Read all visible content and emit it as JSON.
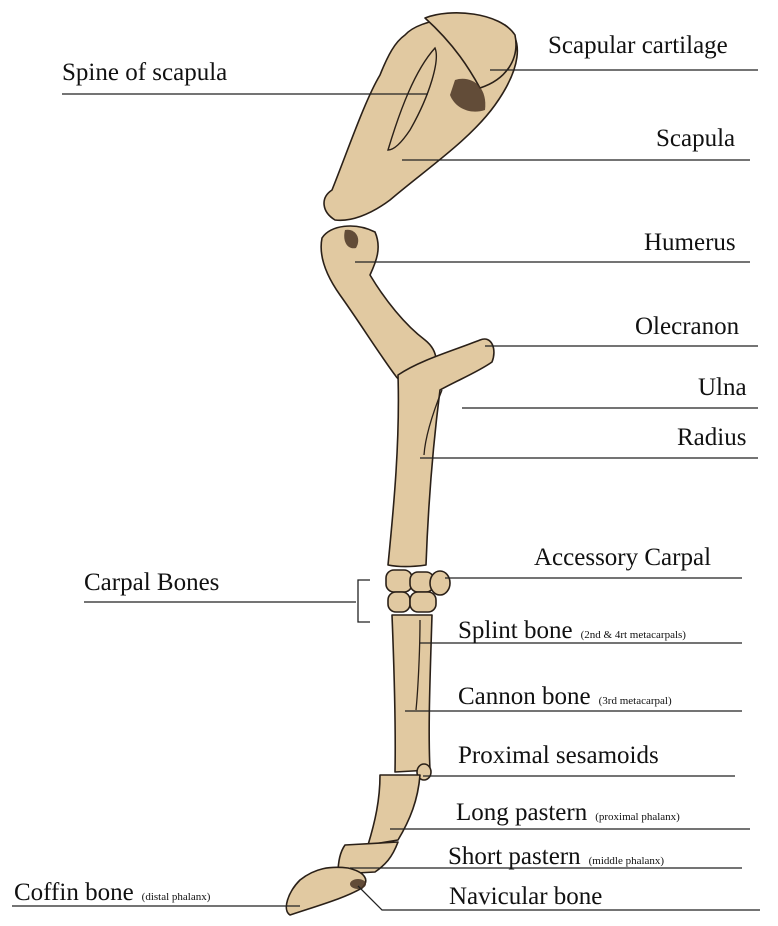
{
  "colors": {
    "bone": "#e1c9a1",
    "outline": "#2a2018",
    "shadow": "#4b3626",
    "line": "#222222",
    "background": "#ffffff"
  },
  "labels": {
    "scapular_cartilage": "Scapular cartilage",
    "spine_of_scapula": "Spine of scapula",
    "scapula": "Scapula",
    "humerus": "Humerus",
    "olecranon": "Olecranon",
    "ulna": "Ulna",
    "radius": "Radius",
    "accessory_carpal": "Accessory Carpal",
    "carpal_bones": "Carpal Bones",
    "splint_bone": "Splint bone",
    "splint_bone_note": "(2nd & 4rt metacarpals)",
    "cannon_bone": "Cannon bone",
    "cannon_bone_note": "(3rd metacarpal)",
    "proximal_sesamoids": "Proximal sesamoids",
    "long_pastern": "Long pastern",
    "long_pastern_note": "(proximal phalanx)",
    "short_pastern": "Short pastern",
    "short_pastern_note": "(middle phalanx)",
    "coffin_bone": "Coffin bone",
    "coffin_bone_note": "(distal phalanx)",
    "navicular_bone": "Navicular bone"
  }
}
